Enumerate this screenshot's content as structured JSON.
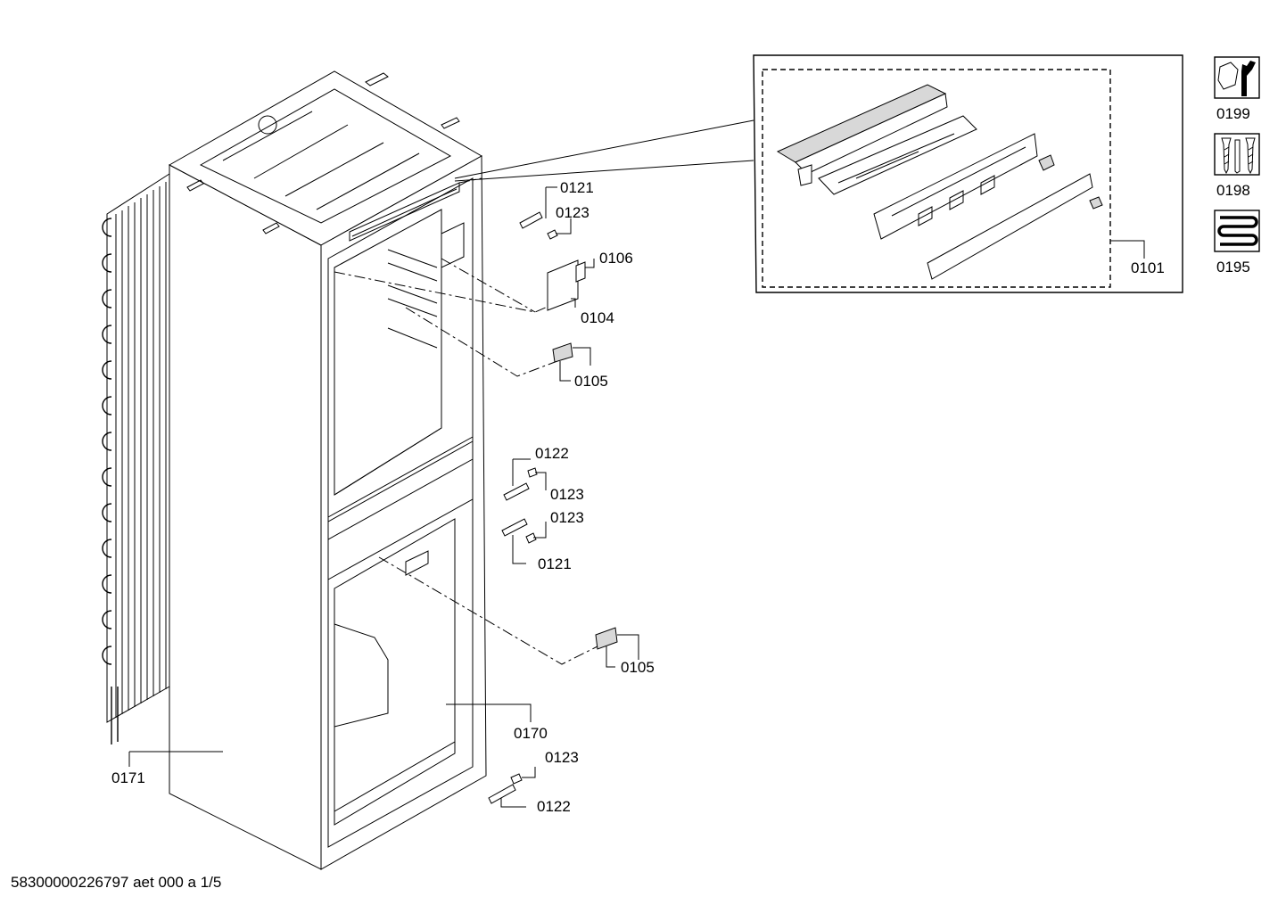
{
  "footer": {
    "document_id": "58300000226797 aet 000 a 1/5"
  },
  "callouts": {
    "c0121_top": "0121",
    "c0123_top": "0123",
    "c0106": "0106",
    "c0104": "0104",
    "c0105_top": "0105",
    "c0122_mid": "0122",
    "c0123_mid_a": "0123",
    "c0123_mid_b": "0123",
    "c0121_mid": "0121",
    "c0105_bottom": "0105",
    "c0170": "0170",
    "c0123_bottom": "0123",
    "c0122_bottom": "0122",
    "c0171": "0171",
    "c0101": "0101"
  },
  "legend": [
    {
      "code": "0199",
      "icon": "wrench-nut-icon"
    },
    {
      "code": "0198",
      "icon": "screws-icon"
    },
    {
      "code": "0195",
      "icon": "coil-icon"
    }
  ]
}
